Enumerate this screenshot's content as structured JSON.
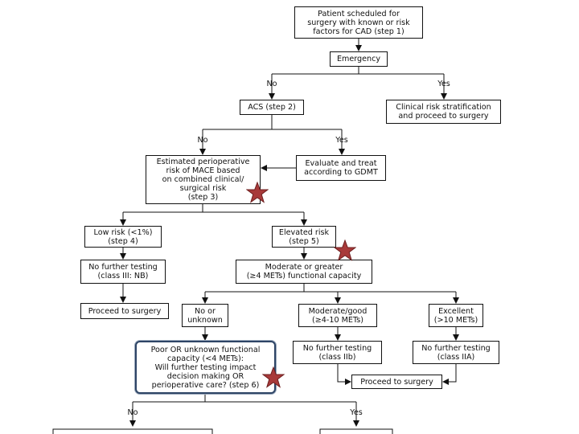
{
  "nodes": {
    "patient": "Patient scheduled for\nsurgery with known or risk\nfactors for CAD (step 1)",
    "emergency": "Emergency",
    "clinical_risk": "Clinical risk stratification\nand proceed to surgery",
    "acs": "ACS (step 2)",
    "evaluate": "Evaluate and treat\naccording to GDMT",
    "estimated_risk": "Estimated perioperative\nrisk of MACE based\non combined clinical/\nsurgical risk\n(step 3)",
    "low_risk": "Low risk (<1%)\n(step 4)",
    "elevated_risk": "Elevated risk\n(step 5)",
    "no_further_testing_class3": "No further testing\n(class III: NB)",
    "moderate_or_greater": "Moderate or greater\n(≥4 METs) functional capacity",
    "proceed_surgery_left": "Proceed to surgery",
    "no_or_unknown": "No or\nunknown",
    "moderate_good": "Moderate/good\n(≥4-10 METs)",
    "excellent": "Excellent\n(>10 METs)",
    "poor_capacity": "Poor OR unknown functional\ncapacity (<4 METs):\nWill further testing impact\ndecision making OR\nperioperative care? (step 6)",
    "no_further_testing_class2b": "No further testing\n(class IIb)",
    "no_further_testing_class2a": "No further testing\n(class IIA)",
    "proceed_surgery_right": "Proceed to surgery"
  },
  "edge_labels": {
    "emergency_no": "No",
    "emergency_yes": "Yes",
    "acs_no": "No",
    "acs_yes": "Yes",
    "step6_no": "No",
    "step6_yes": "Yes"
  },
  "colors": {
    "star_fill": "#a83a3a",
    "star_stroke": "#6e1f1f",
    "highlight_border": "#2e4566"
  }
}
